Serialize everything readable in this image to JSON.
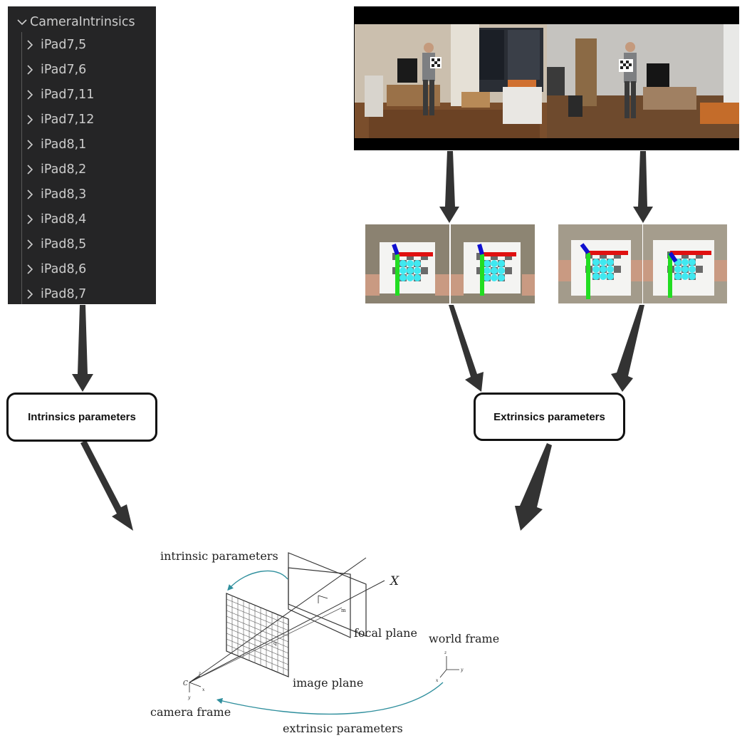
{
  "tree": {
    "root_label": "CameraIntrinsics",
    "items": [
      {
        "label": "iPad7,5"
      },
      {
        "label": "iPad7,6"
      },
      {
        "label": "iPad7,11"
      },
      {
        "label": "iPad7,12"
      },
      {
        "label": "iPad8,1"
      },
      {
        "label": "iPad8,2"
      },
      {
        "label": "iPad8,3"
      },
      {
        "label": "iPad8,4"
      },
      {
        "label": "iPad8,5"
      },
      {
        "label": "iPad8,6"
      },
      {
        "label": "iPad8,7"
      }
    ]
  },
  "boxes": {
    "intrinsics": "Intrinsics parameters",
    "extrinsics": "Extrinsics parameters"
  },
  "diagram": {
    "intrinsic_label": "intrinsic parameters",
    "focal_plane_label": "focal plane",
    "image_plane_label": "image plane",
    "camera_frame_label": "camera frame",
    "world_frame_label": "world frame",
    "extrinsic_label": "extrinsic parameters",
    "x_axis": "X",
    "camera_center": "C",
    "point_m": "m",
    "point_q": "q",
    "axis_x": "x",
    "axis_y": "y",
    "axis_z": "z"
  },
  "colors": {
    "tree_bg": "#252526",
    "tree_text": "#cccccc",
    "arrow": "#333333",
    "curve_arrow": "#2f8f9d",
    "axis_red": "#e01010",
    "axis_green": "#22dd22",
    "axis_blue": "#1010d0",
    "dot_cyan": "#40e8f0"
  }
}
